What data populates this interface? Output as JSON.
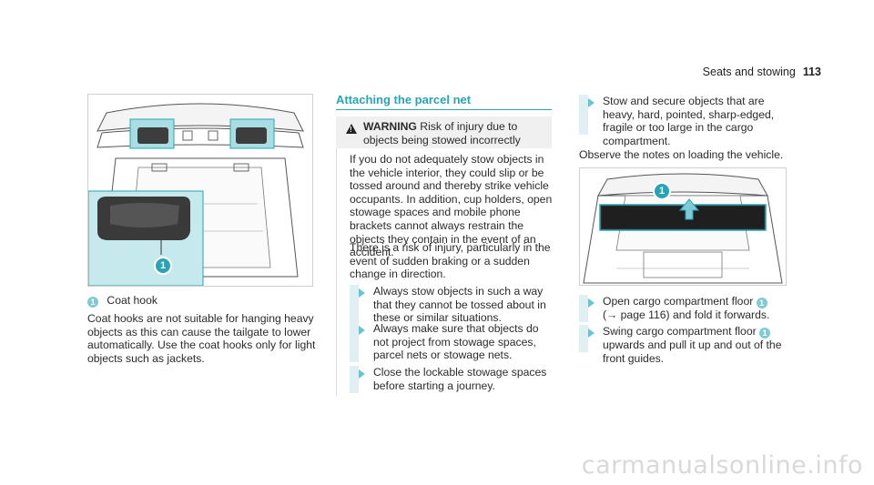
{
  "header": {
    "section": "Seats and stowing",
    "page": "113"
  },
  "left": {
    "caption_number": "1",
    "caption_label": "Coat hook",
    "body": "Coat hooks are not suitable for hanging heavy objects as this can cause the tailgate to lower automatically. Use the coat hooks only for light objects such as jackets.",
    "figure_marker": "1"
  },
  "middle": {
    "title": "Attaching the parcel net",
    "warning_label": "WARNING",
    "warning_headline": "Risk of injury due to objects being stowed incorrectly",
    "warning_p1": "If you do not adequately stow objects in the vehicle interior, they could slip or be tossed around and thereby strike vehicle occupants. In addition, cup holders, open stowage spaces and mobile phone brackets cannot always restrain the objects they contain in the event of an accident.",
    "warning_p2": "There is a risk of injury, particularly in the event of sudden braking or a sudden change in direction.",
    "steps": [
      "Always stow objects in such a way that they cannot be tossed about in these or similar situations.",
      "Always make sure that objects do not project from stowage spaces, parcel nets or stowage nets.",
      "Close the lockable stowage spaces before starting a journey."
    ]
  },
  "right": {
    "step_top": "Stow and secure objects that are heavy, hard, pointed, sharp-edged, fragile or too large in the cargo compartment.",
    "note": "Observe the notes on loading the vehicle.",
    "figure_marker": "1",
    "step1_a": "Open cargo compartment floor",
    "step1_badge": "1",
    "step1_b": "(→ page 116) and fold it forwards.",
    "step2_a": "Swing cargo compartment floor",
    "step2_badge": "1",
    "step2_b": "upwards and pull it up and out of the front guides."
  },
  "watermark": "carmanualsonline.info"
}
